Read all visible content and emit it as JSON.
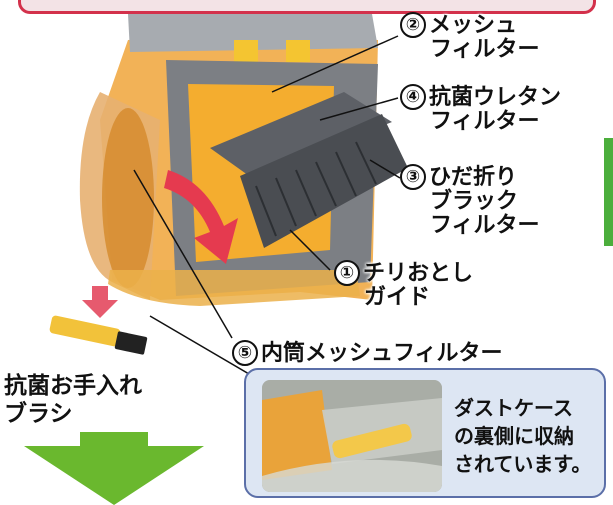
{
  "labels": {
    "mesh_filter": {
      "num": "②",
      "line1": "メッシュ",
      "line2": "フィルター"
    },
    "urethane_filter": {
      "num": "④",
      "line1": "抗菌ウレタン",
      "line2": "フィルター"
    },
    "pleated_filter": {
      "num": "③",
      "line1": "ひだ折り",
      "line2": "ブラック",
      "line3": "フィルター"
    },
    "dust_guide": {
      "num": "①",
      "line1": "チリおとし",
      "line2": "ガイド"
    },
    "inner_mesh_filter": {
      "num": "⑤",
      "line1": "内筒メッシュフィルター"
    },
    "brush": {
      "line1": "抗菌お手入れ",
      "line2": "ブラシ"
    }
  },
  "callout": {
    "line1": "ダストケース",
    "line2": "の裏側に収納",
    "line3": "されています。"
  },
  "colors": {
    "accent_red": "#d3314b",
    "accent_green": "#6ab82e",
    "callout_bg": "#dde6f3",
    "callout_border": "#5b6fa8",
    "housing_orange": "#f2a63a",
    "filter_gray": "#6c6f74"
  },
  "icons": {
    "down_arrow_red": "arrow-down",
    "down_arrow_green": "arrow-down",
    "rotate_arrow": "curved-arrow"
  }
}
